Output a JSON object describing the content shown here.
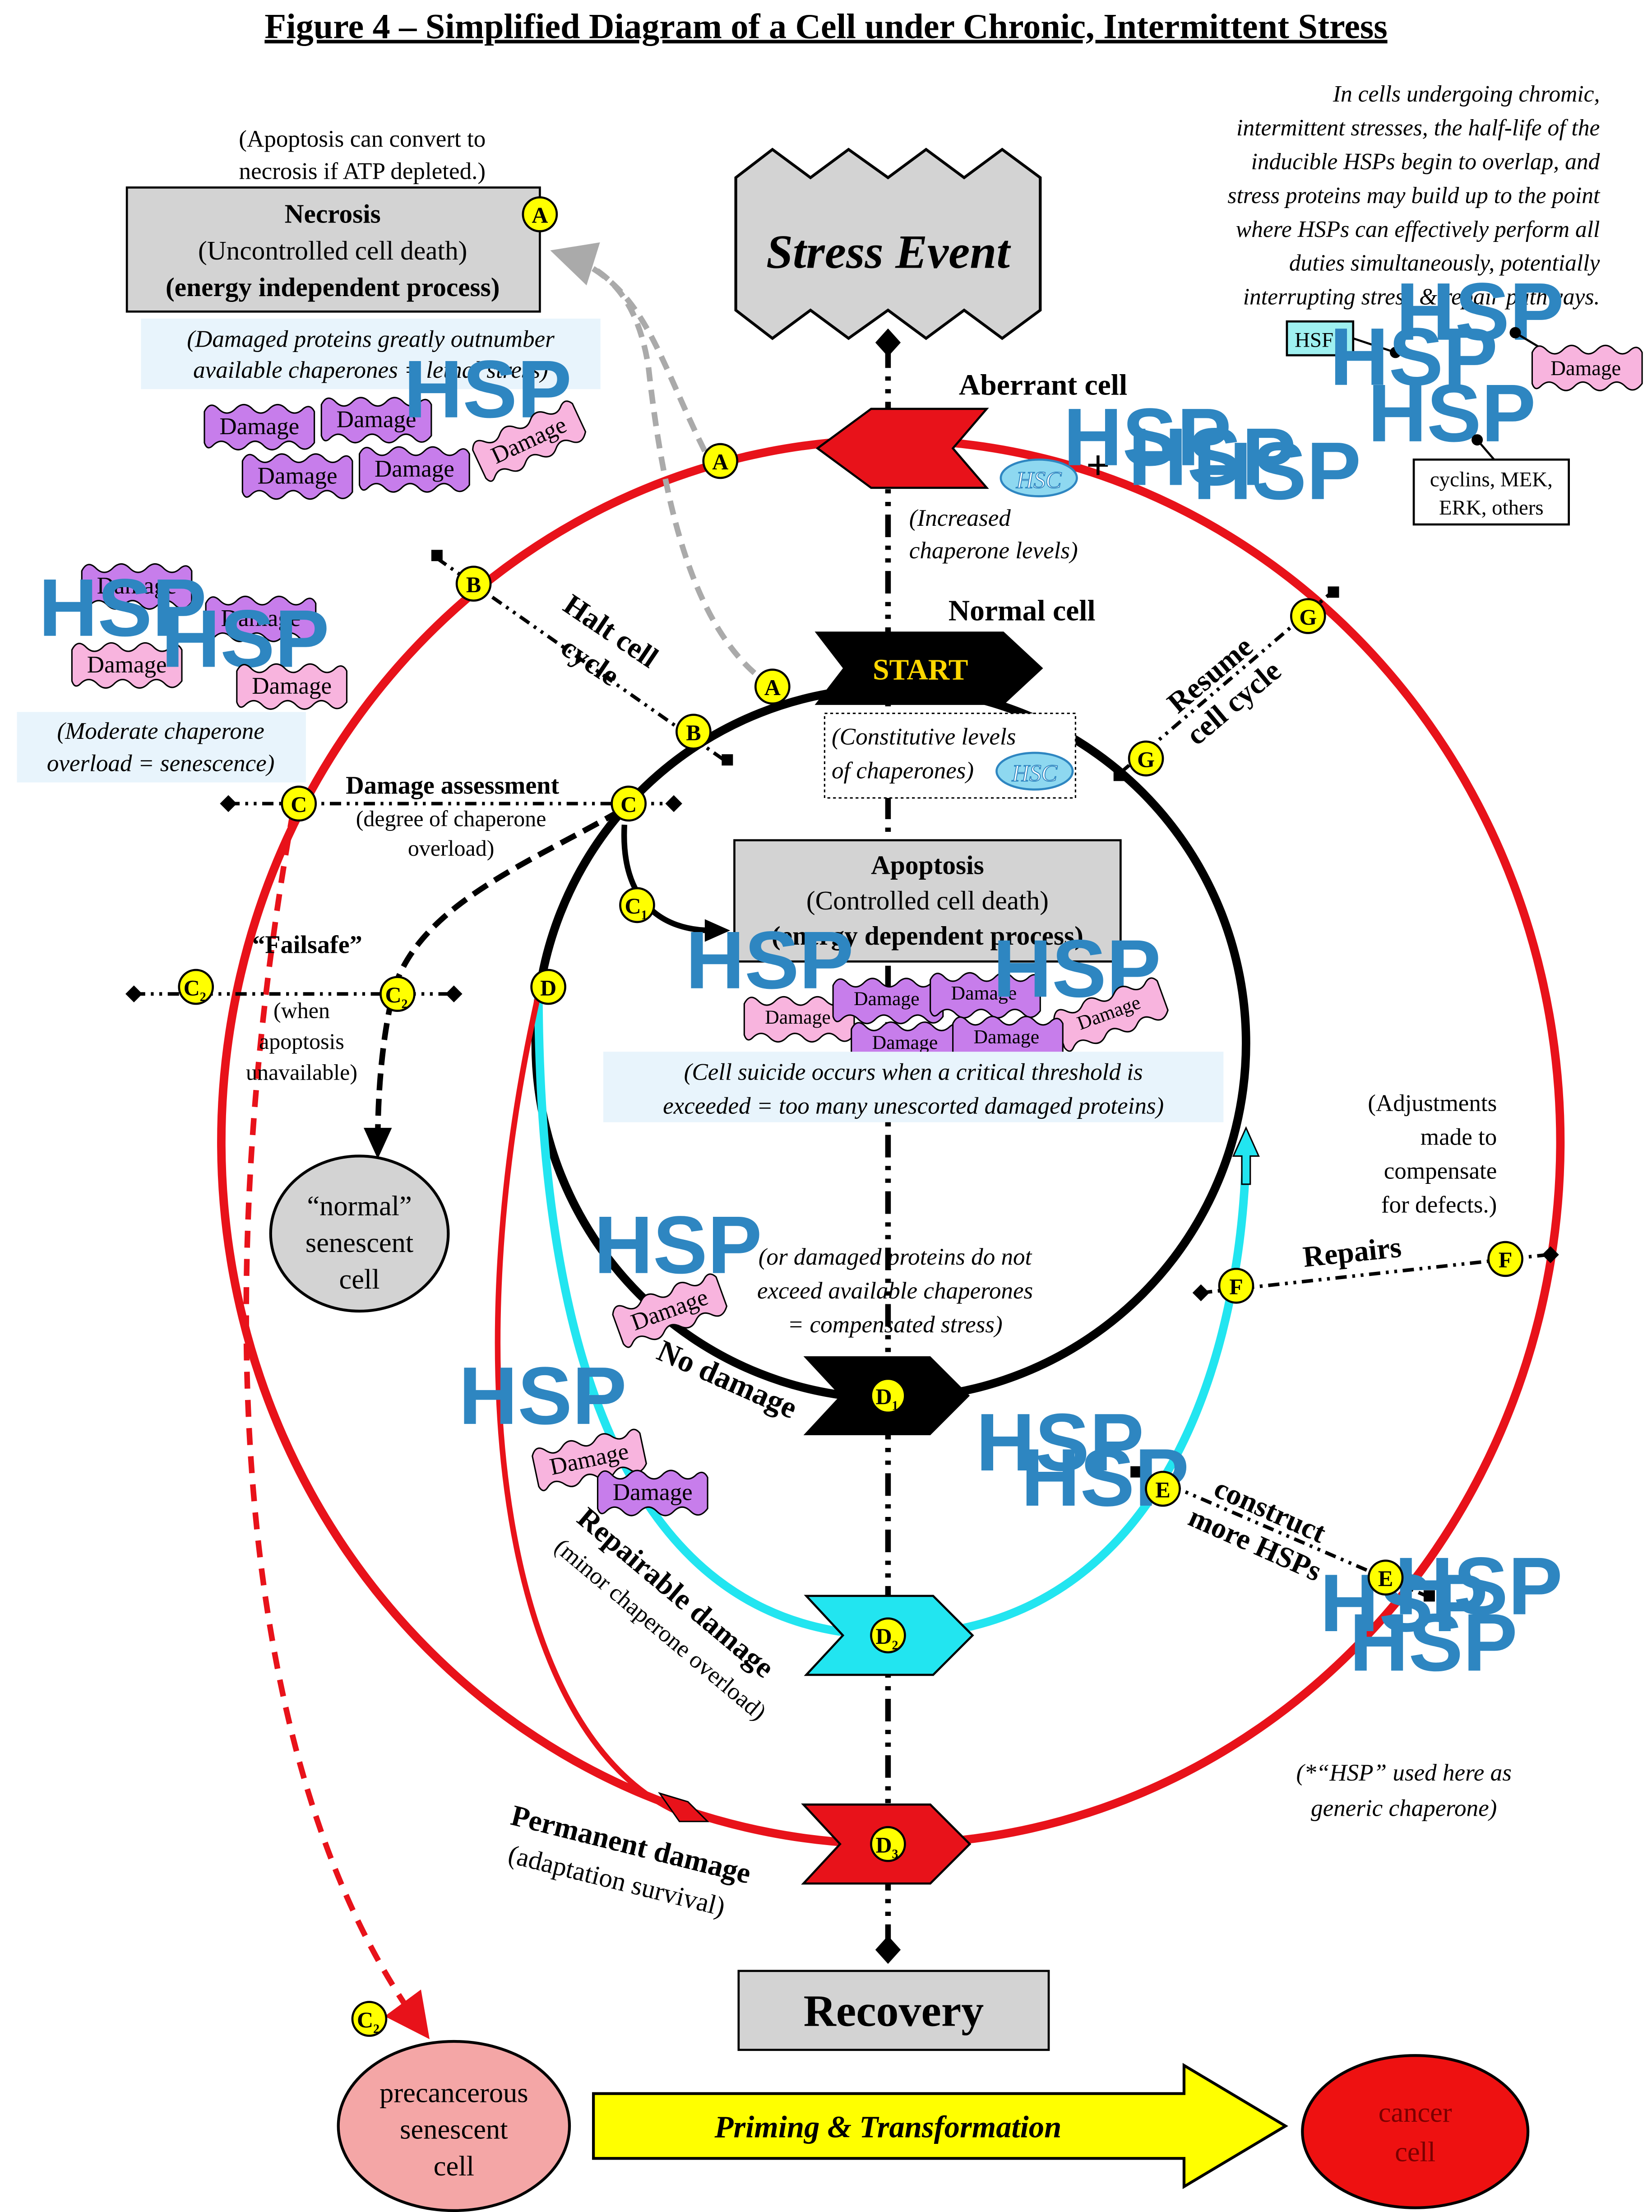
{
  "title": "Figure 4 – Simplified Diagram of a Cell under Chronic, Intermittent Stress",
  "stress_event": "Stress Event",
  "recovery": "Recovery",
  "aberrant_cell": "Aberrant cell",
  "normal_cell": "Normal cell",
  "start": "START",
  "hsc": "HSC",
  "hsp": "HSP",
  "damage": "Damage",
  "hsf1": "HSF1",
  "plus": "+",
  "increased_chaperone": [
    "(Increased",
    "chaperone levels)"
  ],
  "constitutive": [
    "(Constitutive levels",
    "of chaperones)"
  ],
  "top_right_note": [
    "In cells undergoing chromic,",
    "intermittent stresses, the half-life of the",
    "inducible HSPs begin to overlap, and",
    "stress proteins may build up to the point",
    "where HSPs can effectively perform all",
    "duties simultaneously, potentially",
    "interrupting stress & repair pathways."
  ],
  "cyclins": [
    "cyclins, MEK,",
    "ERK, others"
  ],
  "apoptosis_note": [
    "(Apoptosis can convert to",
    "necrosis if ATP depleted.)"
  ],
  "necrosis": {
    "title": "Necrosis",
    "line2": "(Uncontrolled cell death)",
    "line3": "(energy independent process)"
  },
  "lethal_note": [
    "(Damaged proteins greatly outnumber",
    "available chaperones = lethal stress)"
  ],
  "senescence_note": [
    "(Moderate chaperone",
    "overload = senescence)"
  ],
  "halt_cycle": [
    "Halt cell",
    "cycle"
  ],
  "resume_cycle": [
    "Resume",
    "cell cycle"
  ],
  "damage_assessment": "Damage assessment",
  "degree_overload": [
    "(degree of chaperone",
    "overload)"
  ],
  "failsafe": "“Failsafe”",
  "failsafe_note": [
    "(when",
    "apoptosis",
    "unavailable)"
  ],
  "normal_senescent": [
    "“normal”",
    "senescent",
    "cell"
  ],
  "apoptosis": {
    "title": "Apoptosis",
    "line2": "(Controlled cell death)",
    "line3": "(energy dependent process)"
  },
  "suicide_note": [
    "(Cell suicide occurs when a critical threshold is",
    "exceeded = too many unescorted damaged proteins)"
  ],
  "adjustments": [
    "(Adjustments",
    "made to",
    "compensate",
    "for defects.)"
  ],
  "repairs": "Repairs",
  "compensated_note": [
    "(or damaged proteins do not",
    "exceed available chaperones",
    "= compensated stress)"
  ],
  "no_damage": "No damage",
  "construct_hsps": [
    "construct",
    "more HSPs"
  ],
  "repairable": "Repairable damage",
  "minor_overload": "(minor chaperone overload)",
  "generic_note": [
    "(*“HSP” used here as",
    "generic chaperone)"
  ],
  "permanent": "Permanent damage",
  "adaptation": "(adaptation survival)",
  "precancerous": [
    "precancerous",
    "senescent",
    "cell"
  ],
  "priming": "Priming & Transformation",
  "cancer": [
    "cancer",
    "cell"
  ],
  "markers": {
    "A": "A",
    "B": "B",
    "C": "C",
    "C1": "C",
    "C2": "C",
    "D": "D",
    "D1": "D",
    "D2": "D",
    "D3": "D",
    "E": "E",
    "F": "F",
    "G": "G",
    "sub1": "1",
    "sub2": "2",
    "sub3": "3"
  },
  "colors": {
    "outer_cycle": "#E8121A",
    "inner_cycle": "#000000",
    "repair_cycle": "#22E5F0",
    "marker_fill": "#FFFF00",
    "damage_purple": "#C77DEB",
    "damage_pink": "#F8B4DE",
    "hsp_text": "#2E86C1",
    "note_bg": "#E8F4FC",
    "gray_box": "#D3D3D3",
    "hsc_fill": "#8ED8F0",
    "hsf1_fill": "#9EF0F0",
    "priming_arrow": "#FFFF00",
    "cancer_cell": "#EE1111"
  }
}
